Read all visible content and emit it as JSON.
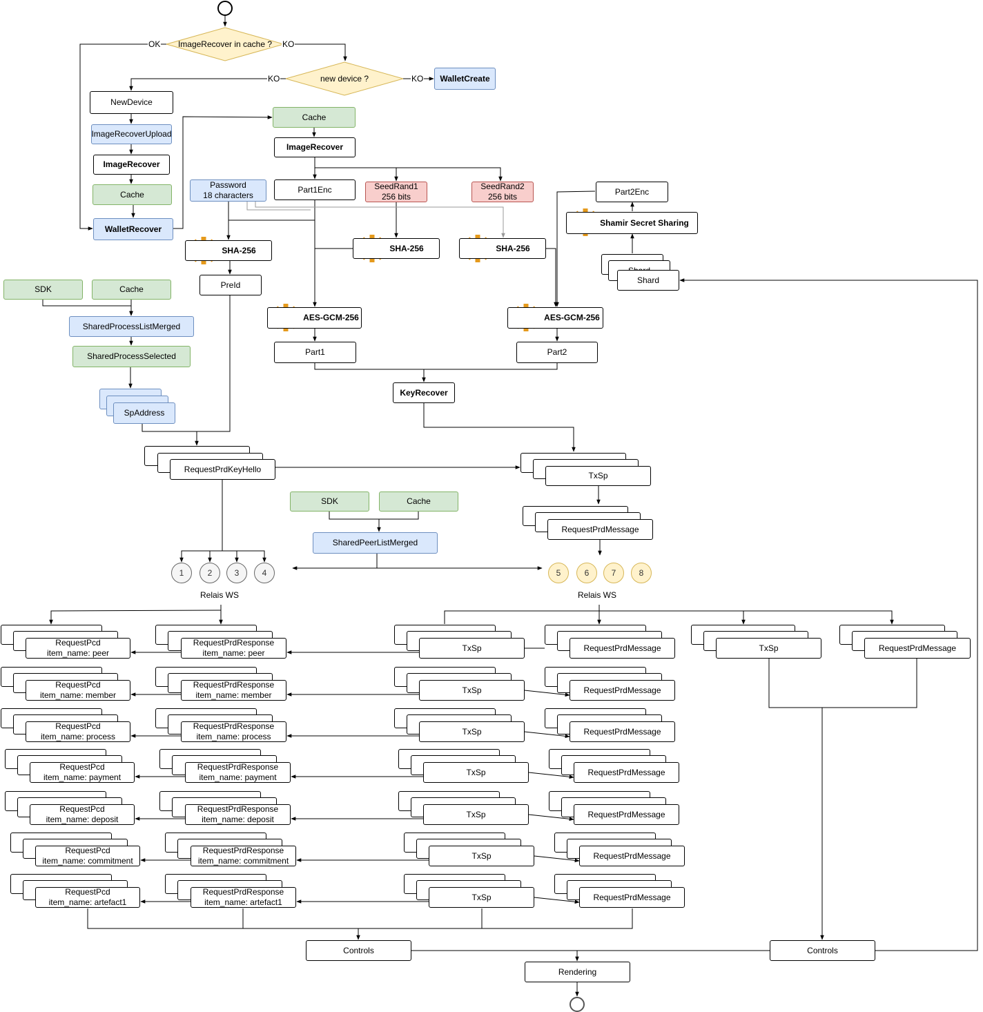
{
  "flow": {
    "decision_cache": "ImageRecover in cache ?",
    "decision_device": "new device ?",
    "edge_ok": "OK",
    "edge_ko": "KO",
    "wallet_create": "WalletCreate",
    "new_device": "NewDevice",
    "image_recover_upload": "ImageRecoverUpload",
    "image_recover": "ImageRecover",
    "cache": "Cache",
    "wallet_recover": "WalletRecover",
    "password": "Password\n18 characters",
    "part1enc": "Part1Enc",
    "seedrand1": "SeedRand1\n256 bits",
    "seedrand2": "SeedRand2\n256 bits",
    "part2enc": "Part2Enc",
    "shamir": "Shamir Secret Sharing",
    "shard": "Shard",
    "shard_hidden": "Shard",
    "sha256": "SHA-256",
    "preid": "PreId",
    "aes": "AES-GCM-256",
    "part1": "Part1",
    "part2": "Part2",
    "key_recover": "KeyRecover",
    "sdk": "SDK",
    "shared_process_list_merged": "SharedProcessListMerged",
    "shared_process_selected": "SharedProcessSelected",
    "sp_address": "SpAddress",
    "request_prd_key_hello": "RequestPrdKeyHello",
    "txsp": "TxSp",
    "request_prd_message": "RequestPrdMessage",
    "shared_peer_list_merged": "SharedPeerListMerged",
    "relais_ws": "Relais WS",
    "relais_left": [
      "1",
      "2",
      "3",
      "4"
    ],
    "relais_right": [
      "5",
      "6",
      "7",
      "8"
    ],
    "controls": "Controls",
    "rendering": "Rendering"
  },
  "rows": [
    {
      "pcd": "RequestPcd\nitem_name: peer",
      "resp": "RequestPrdResponse\nitem_name: peer"
    },
    {
      "pcd": "RequestPcd\nitem_name: member",
      "resp": "RequestPrdResponse\nitem_name: member"
    },
    {
      "pcd": "RequestPcd\nitem_name: process",
      "resp": "RequestPrdResponse\nitem_name: process"
    },
    {
      "pcd": "RequestPcd\nitem_name: payment",
      "resp": "RequestPrdResponse\nitem_name: payment"
    },
    {
      "pcd": "RequestPcd\nitem_name: deposit",
      "resp": "RequestPrdResponse\nitem_name: deposit"
    },
    {
      "pcd": "RequestPcd\nitem_name: commitment",
      "resp": "RequestPrdResponse\nitem_name: commitment"
    },
    {
      "pcd": "RequestPcd\nitem_name: artefact1",
      "resp": "RequestPrdResponse\nitem_name: artefact1"
    }
  ]
}
